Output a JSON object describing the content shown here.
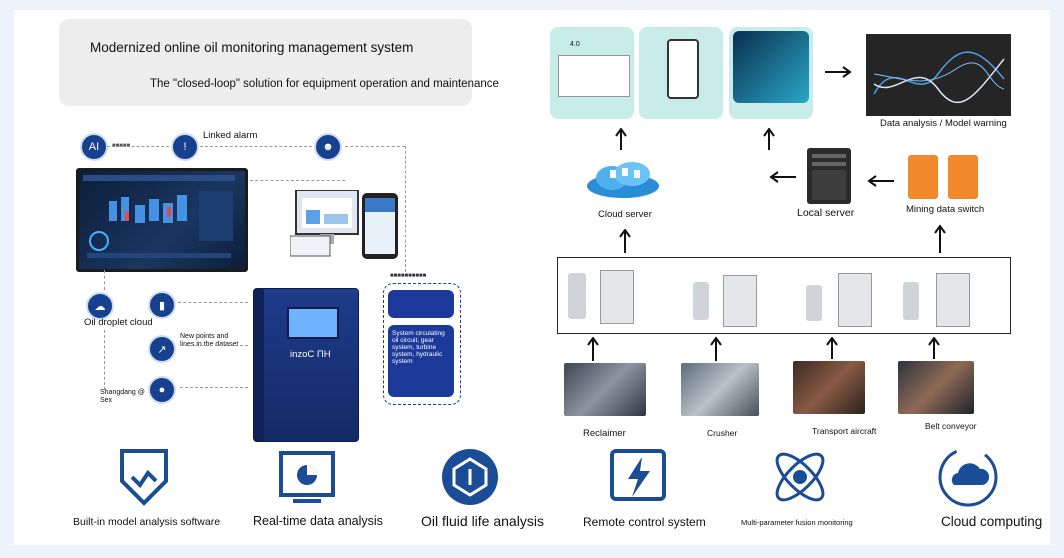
{
  "header": {
    "title": "Modernized online oil monitoring management system",
    "subtitle": "The \"closed-loop\" solution for equipment operation and maintenance"
  },
  "left": {
    "linked_alarm": "Linked alarm",
    "oil_droplet_cloud": "Oil droplet cloud",
    "new_points": "New points and lines in the dataset",
    "shangdang": "Shangdang @ Sex",
    "device_label": "inzoC ΠH",
    "system_circ": "System circulating oil circuit, gear system, turbine system, hydraulic system"
  },
  "right": {
    "data_analysis": "Data analysis / Model warning",
    "cloud_server": "Cloud server",
    "local_server": "Local server",
    "mining_switch": "Mining data switch",
    "sites": [
      "Reclaimer",
      "Crusher",
      "Transport aircraft",
      "Belt conveyor"
    ]
  },
  "features": [
    {
      "label": "Built-in model analysis software",
      "icon": "model-analysis-icon"
    },
    {
      "label": "Real-time data analysis",
      "icon": "realtime-analysis-icon"
    },
    {
      "label": "Oil fluid life analysis",
      "icon": "oil-life-icon"
    },
    {
      "label": "Remote control system",
      "icon": "remote-control-icon"
    },
    {
      "label": "Multi-parameter fusion monitoring",
      "icon": "fusion-monitoring-icon"
    },
    {
      "label": "Cloud computing",
      "icon": "cloud-computing-icon"
    }
  ]
}
